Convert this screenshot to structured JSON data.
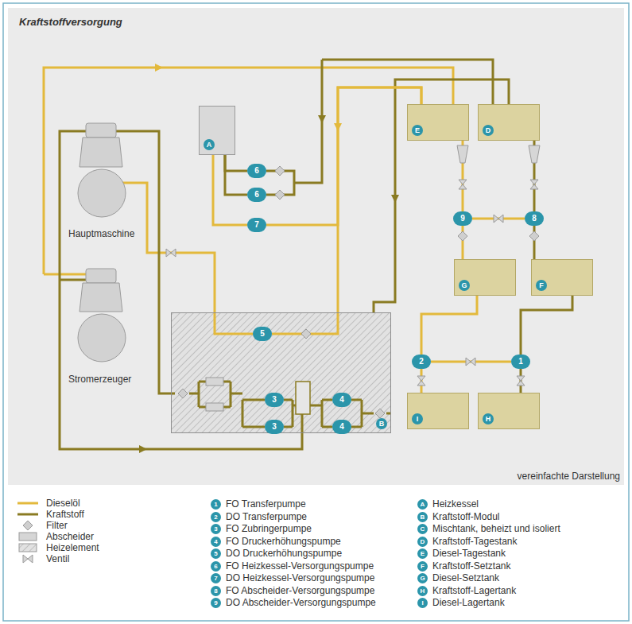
{
  "diagram": {
    "title": "Kraftstoffversorgung",
    "nodes": [
      {
        "text": [
          "A"
        ]
      },
      {
        "text": [
          "E"
        ]
      },
      {
        "text": [
          "D"
        ]
      },
      {
        "text": [
          "6"
        ]
      },
      {
        "text": [
          "6"
        ]
      },
      {
        "text": [
          "9"
        ]
      },
      {
        "text": [
          "8"
        ]
      },
      {
        "text": [
          "7"
        ]
      },
      {
        "text": [
          "G"
        ]
      },
      {
        "text": [
          "F"
        ]
      },
      {
        "text": [
          "B"
        ]
      },
      {
        "text": [
          "5"
        ],
        "in": 10
      },
      {
        "text": [
          "3"
        ],
        "in": 10
      },
      {
        "text": [
          "4"
        ],
        "in": 10
      },
      {
        "text": [
          "3"
        ],
        "in": 10
      },
      {
        "text": [
          "4"
        ],
        "in": 10
      },
      {
        "text": [
          "2"
        ]
      },
      {
        "text": [
          "1"
        ]
      },
      {
        "text": [
          "I"
        ]
      },
      {
        "text": [
          "H"
        ]
      }
    ],
    "edges": [
      {
        "from": 18,
        "to": 16,
        "arrow": "none"
      },
      {
        "from": 16,
        "to": 8,
        "arrow": "none"
      },
      {
        "from": 19,
        "to": 17,
        "arrow": "none"
      },
      {
        "from": 17,
        "to": 9,
        "arrow": "none"
      },
      {
        "from": 8,
        "to": 5,
        "arrow": "none"
      },
      {
        "from": 5,
        "to": 1,
        "arrow": "none"
      },
      {
        "from": 9,
        "to": 6,
        "arrow": "none"
      },
      {
        "from": 6,
        "to": 2,
        "arrow": "none"
      },
      {
        "from": 2,
        "to": 10,
        "arrow": "none"
      },
      {
        "from": 1,
        "to": 7,
        "arrow": "none"
      },
      {
        "from": 7,
        "to": 0,
        "arrow": "none"
      },
      {
        "from": 0,
        "to": 3,
        "arrow": "none"
      },
      {
        "from": 0,
        "to": 4,
        "arrow": "none"
      },
      {
        "from": 1,
        "to": 11,
        "arrow": "none"
      }
    ],
    "labels": [
      "Hauptmaschine",
      "Stromerzeuger",
      "vereinfachte Darstellung",
      "1",
      "2",
      "3",
      "4",
      "5",
      "6",
      "7",
      "8",
      "9",
      "A",
      "B",
      "C",
      "D",
      "E",
      "F",
      "G",
      "H",
      "I"
    ],
    "legend": [
      {
        "text": "Dieselöl"
      },
      {
        "text": "Kraftstoff"
      },
      {
        "text": "Filter"
      },
      {
        "text": "Abscheider"
      },
      {
        "text": "Heizelement"
      },
      {
        "text": "Ventil"
      },
      {
        "text": "FO Transferpumpe"
      },
      {
        "text": "DO Transferpumpe"
      },
      {
        "text": "FO Zubringerpumpe"
      },
      {
        "text": "FO Druckerhöhungspumpe"
      },
      {
        "text": "DO Druckerhöhungspumpe"
      },
      {
        "text": "FO Heizkessel-Versorgungspumpe"
      },
      {
        "text": "DO Heizkessel-Versorgungspumpe"
      },
      {
        "text": "FO Abscheider-Versorgungspumpe"
      },
      {
        "text": "DO Abscheider-Versorgungspumpe"
      },
      {
        "text": "Heizkessel"
      },
      {
        "text": "Kraftstoff-Modul"
      },
      {
        "text": "Mischtank, beheizt und isoliert"
      },
      {
        "text": "Kraftstoff-Tagestank"
      },
      {
        "text": "Diesel-Tagestank"
      },
      {
        "text": "Kraftstoff-Setztank"
      },
      {
        "text": "Diesel-Setztank"
      },
      {
        "text": "Kraftstoff-Lagertank"
      },
      {
        "text": "Diesel-Lagertank"
      }
    ]
  }
}
